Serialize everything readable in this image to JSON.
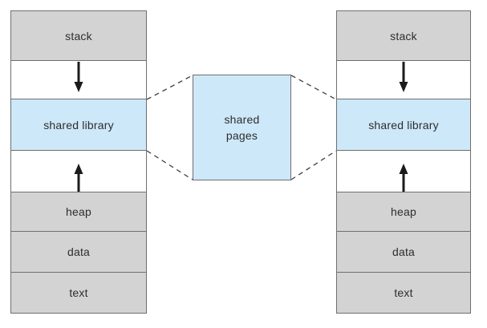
{
  "left_process": {
    "segments": [
      {
        "label": "stack"
      },
      {
        "label": ""
      },
      {
        "label": "shared library"
      },
      {
        "label": ""
      },
      {
        "label": "heap"
      },
      {
        "label": "data"
      },
      {
        "label": "text"
      }
    ]
  },
  "right_process": {
    "segments": [
      {
        "label": "stack"
      },
      {
        "label": ""
      },
      {
        "label": "shared library"
      },
      {
        "label": ""
      },
      {
        "label": "heap"
      },
      {
        "label": "data"
      },
      {
        "label": "text"
      }
    ]
  },
  "shared_pages_box": {
    "label_lines": [
      "shared",
      "pages"
    ]
  },
  "icons": {
    "stack_growth": "down-arrow",
    "heap_growth": "up-arrow"
  },
  "colors": {
    "segment_gray": "#d3d3d3",
    "segment_blue": "#cde8f9",
    "segment_white": "#ffffff",
    "border": "#6f6f6f",
    "arrow": "#1b1b1b",
    "dashed_line": "#3f3f3f",
    "text": "#2d2d2d",
    "background": "#ffffff"
  }
}
